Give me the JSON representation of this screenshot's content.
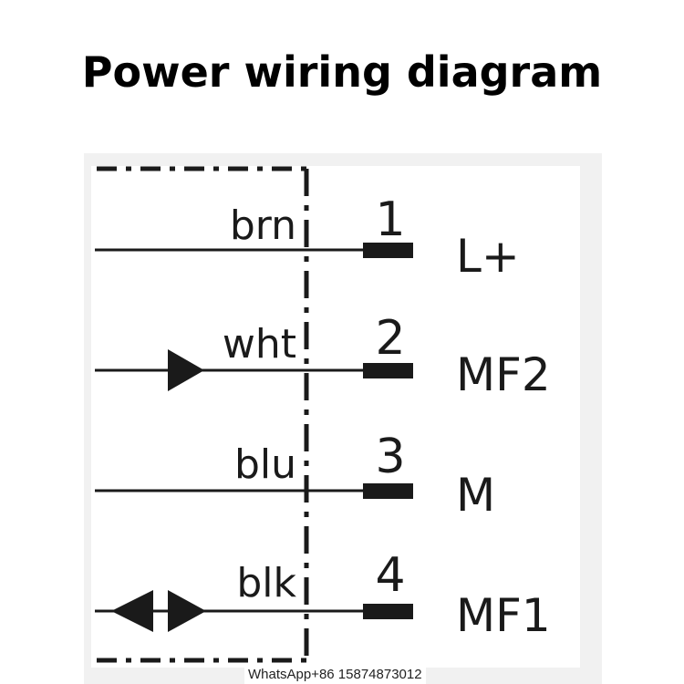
{
  "title": "Power wiring diagram",
  "pins": [
    {
      "wire": "brn",
      "number": "1",
      "signal": "L+"
    },
    {
      "wire": "wht",
      "number": "2",
      "signal": "MF2"
    },
    {
      "wire": "blu",
      "number": "3",
      "signal": "M"
    },
    {
      "wire": "blk",
      "number": "4",
      "signal": "MF1"
    }
  ],
  "watermark": "WhatsApp+86 15874873012",
  "colors": {
    "line": "#1a1a1a",
    "panel": "#f1f1f1",
    "background": "#ffffff"
  }
}
